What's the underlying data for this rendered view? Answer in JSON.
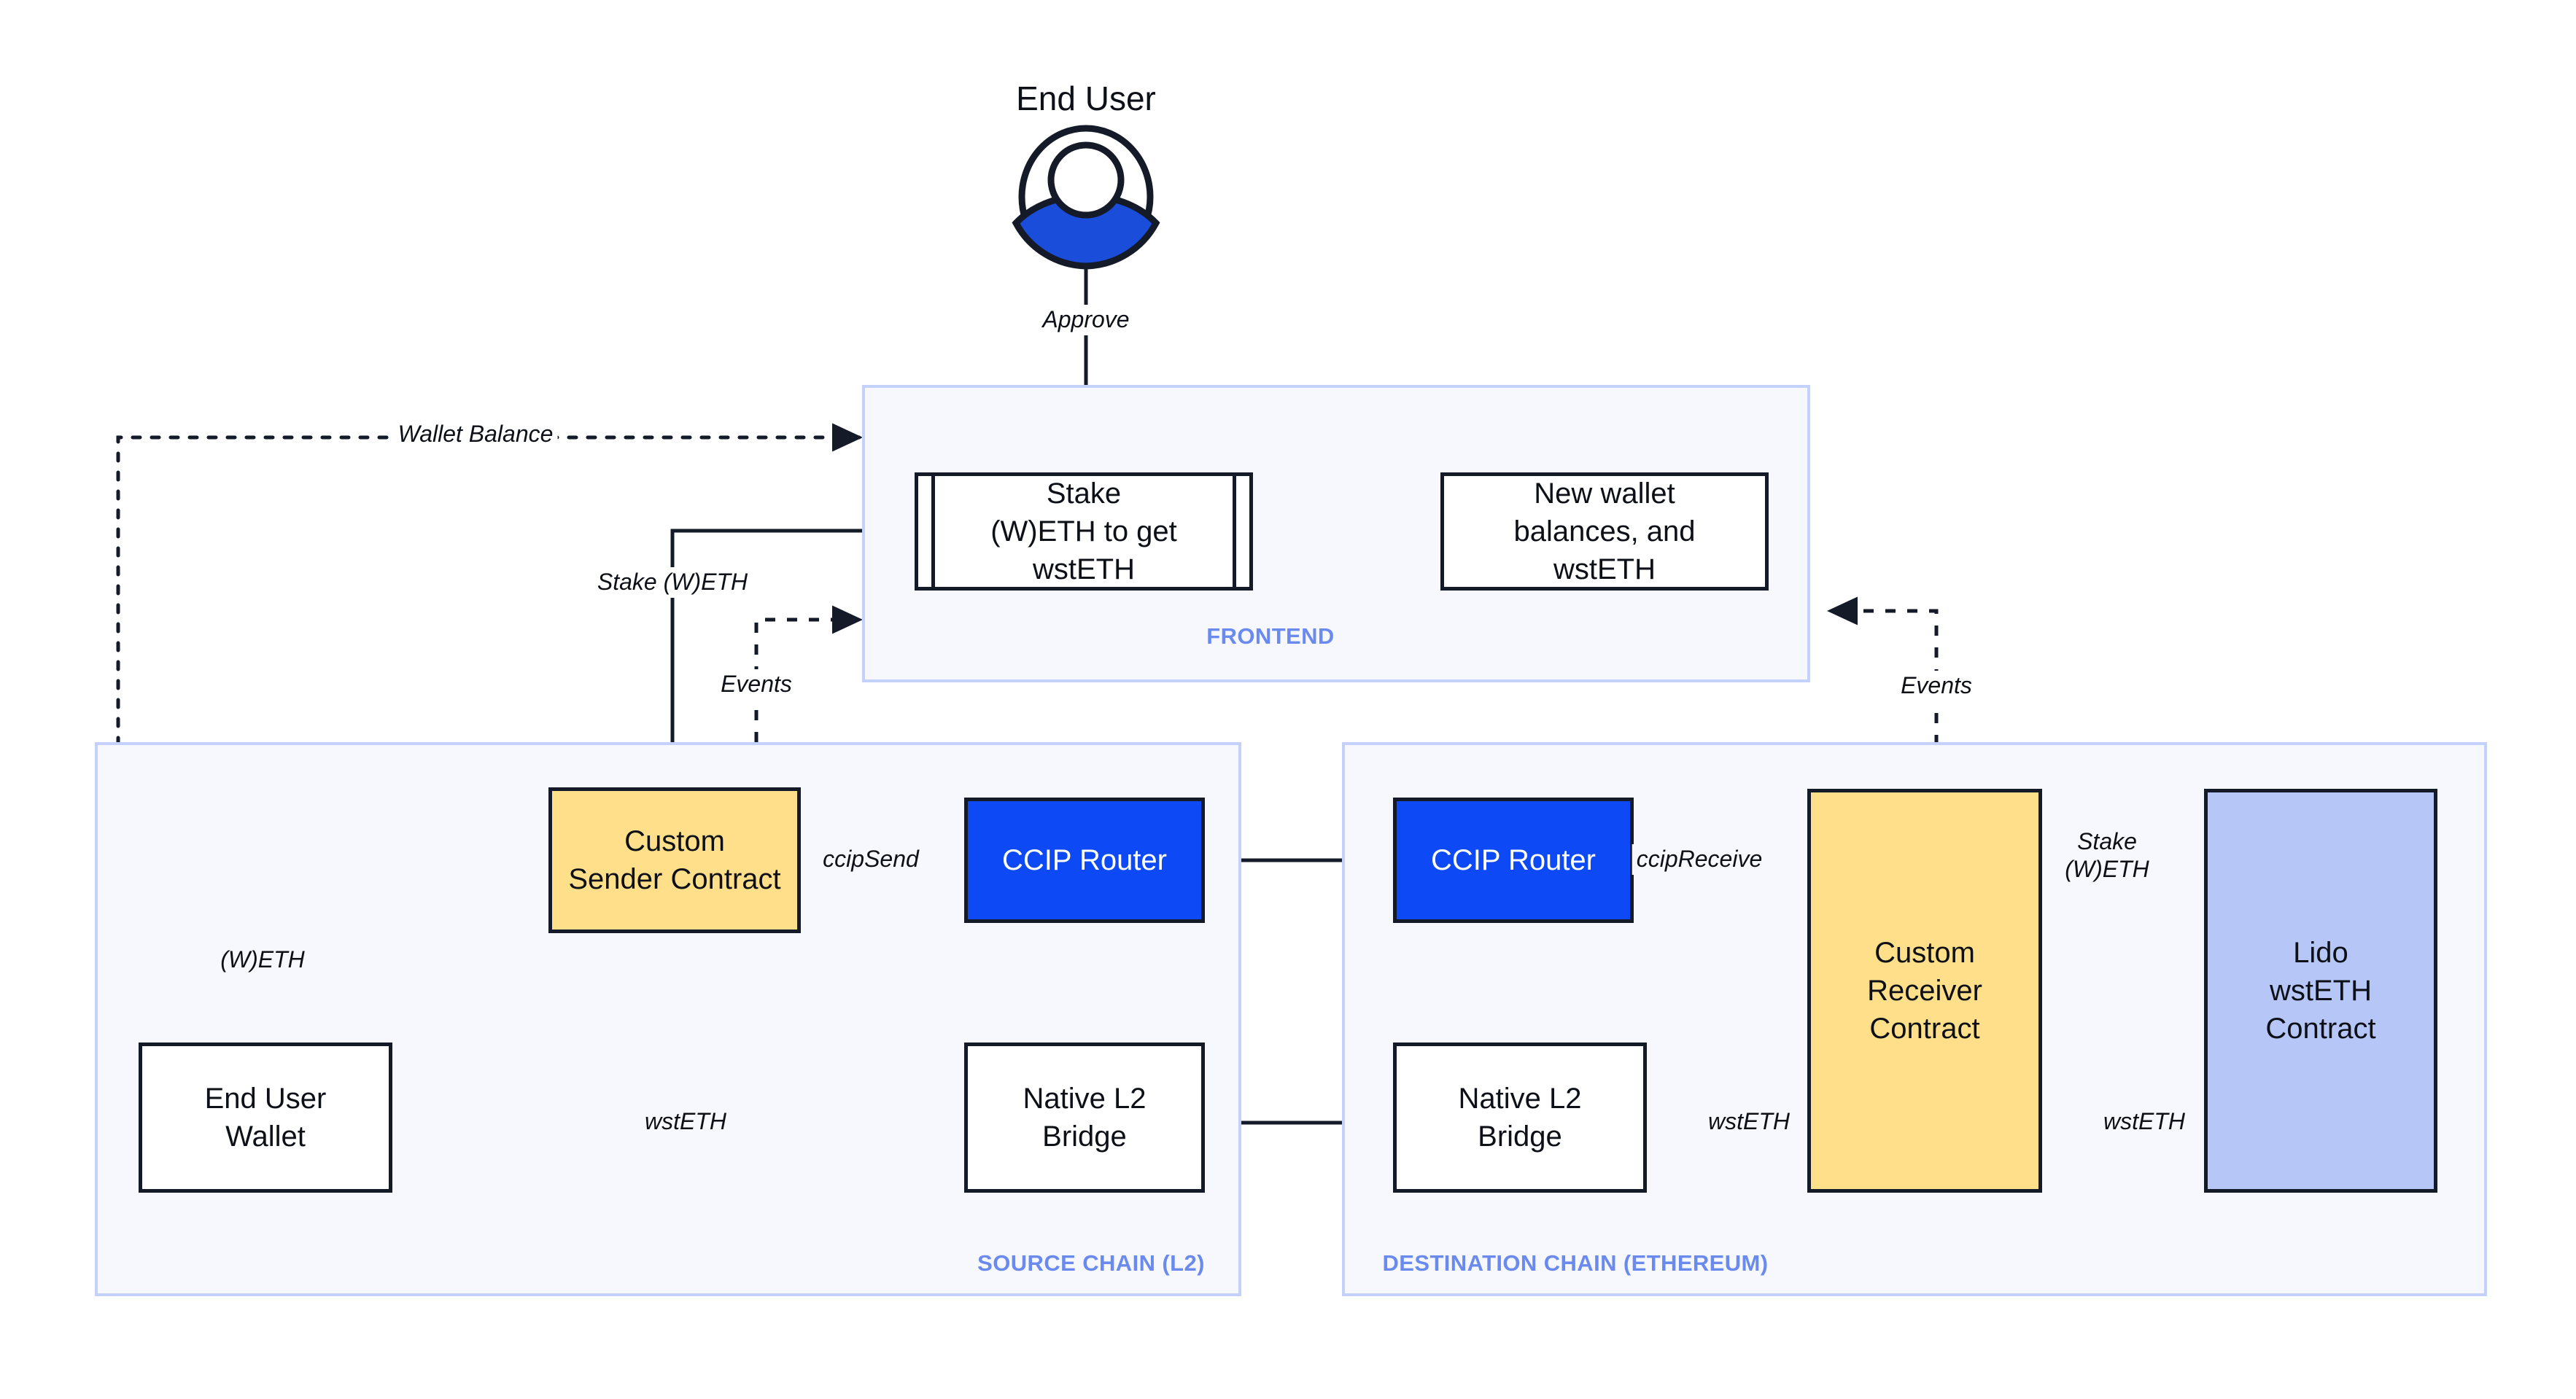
{
  "diagram": {
    "title": "CCIP cross-chain wstETH staking architecture",
    "colors": {
      "router_blue": "#0d4af5",
      "contract_yellow": "#ffdf8a",
      "lido_blue": "#b6c7f7",
      "panel_fill": "#f6f8fe",
      "panel_border": "#c3d1fb",
      "panel_label": "#6b8aee",
      "stroke": "#141a27",
      "avatar_blue": "#1b4ddb"
    }
  },
  "actor": {
    "title": "End User",
    "icon": "user-avatar-icon"
  },
  "groups": [
    {
      "id": "frontend",
      "label": "FRONTEND"
    },
    {
      "id": "source",
      "label": "SOURCE CHAIN (L2)"
    },
    {
      "id": "destination",
      "label": "DESTINATION CHAIN (ETHEREUM)"
    }
  ],
  "nodes": {
    "stake_form": {
      "label": "Stake\n(W)ETH to get\nwstETH",
      "shape": "predefined-process",
      "group": "frontend"
    },
    "new_balances": {
      "label": "New wallet\nbalances, and\nwstETH",
      "shape": "rect",
      "group": "frontend"
    },
    "sender_contract": {
      "label": "Custom\nSender Contract",
      "shape": "rect-yellow",
      "group": "source"
    },
    "router_source": {
      "label": "CCIP Router",
      "shape": "rect-blue",
      "group": "source"
    },
    "end_user_wallet": {
      "label": "End User\nWallet",
      "shape": "rect",
      "group": "source"
    },
    "bridge_source": {
      "label": "Native L2\nBridge",
      "shape": "rect",
      "group": "source"
    },
    "router_dest": {
      "label": "CCIP Router",
      "shape": "rect-blue",
      "group": "destination"
    },
    "receiver_contract": {
      "label": "Custom\nReceiver\nContract",
      "shape": "rect-yellow",
      "group": "destination"
    },
    "lido_contract": {
      "label": "Lido\nwstETH\nContract",
      "shape": "rect-lido",
      "group": "destination"
    },
    "bridge_dest": {
      "label": "Native L2\nBridge",
      "shape": "rect",
      "group": "destination"
    }
  },
  "edges": [
    {
      "id": "approve",
      "label": "Approve",
      "from": "end_user",
      "to": "stake_form",
      "style": "solid"
    },
    {
      "id": "wallet_balance",
      "label": "Wallet Balance",
      "from": "end_user_wallet",
      "to": "stake_form",
      "style": "dotted"
    },
    {
      "id": "stake_weth",
      "label": "Stake (W)ETH",
      "from": "stake_form",
      "to": "sender_contract",
      "style": "solid"
    },
    {
      "id": "events_source",
      "label": "Events",
      "from": "sender_contract",
      "to": "stake_form",
      "style": "dashed"
    },
    {
      "id": "weth_in",
      "label": "(W)ETH",
      "from": "end_user_wallet",
      "to": "sender_contract",
      "style": "dashed"
    },
    {
      "id": "ccip_send",
      "label": "ccipSend",
      "from": "sender_contract",
      "to": "router_source",
      "style": "solid"
    },
    {
      "id": "ccip_cross",
      "label": "",
      "from": "router_source",
      "to": "router_dest",
      "style": "solid"
    },
    {
      "id": "ccip_receive",
      "label": "ccipReceive",
      "from": "router_dest",
      "to": "receiver_contract",
      "style": "solid"
    },
    {
      "id": "stake_weth_dest",
      "label": "Stake\n(W)ETH",
      "from": "receiver_contract",
      "to": "lido_contract",
      "style": "solid"
    },
    {
      "id": "wsteth_lido",
      "label": "wstETH",
      "from": "lido_contract",
      "to": "receiver_contract",
      "style": "solid"
    },
    {
      "id": "wsteth_bridge",
      "label": "wstETH",
      "from": "receiver_contract",
      "to": "bridge_dest",
      "style": "solid"
    },
    {
      "id": "bridge_cross",
      "label": "",
      "from": "bridge_dest",
      "to": "bridge_source",
      "style": "solid"
    },
    {
      "id": "wsteth_wallet",
      "label": "wstETH",
      "from": "bridge_source",
      "to": "end_user_wallet",
      "style": "dashed"
    },
    {
      "id": "events_dest",
      "label": "Events",
      "from": "receiver_contract",
      "to": "new_balances",
      "style": "dashed"
    },
    {
      "id": "new_balances_e",
      "label": "",
      "from": "stake_form",
      "to": "new_balances",
      "style": "dotted"
    }
  ]
}
